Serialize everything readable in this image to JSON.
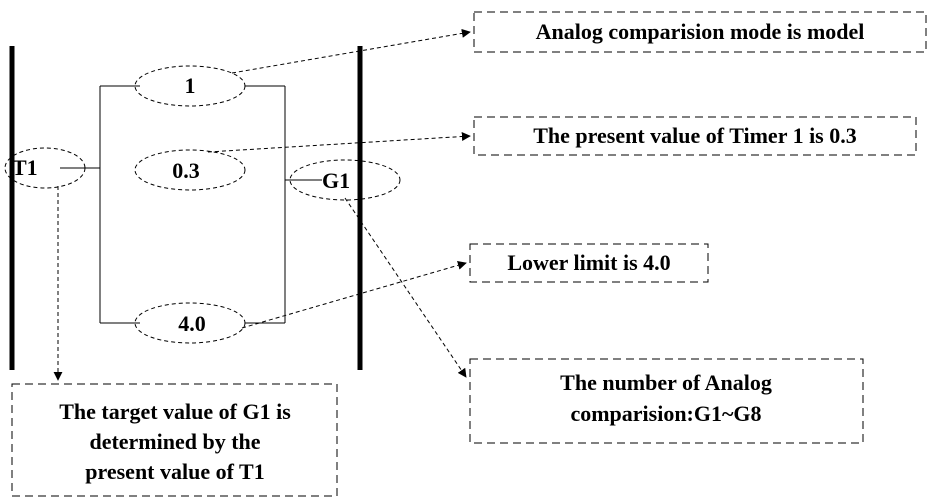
{
  "diagram": {
    "nodes": {
      "t1": "T1",
      "mode": "1",
      "present": "0.3",
      "lower": "4.0",
      "g1": "G1"
    },
    "notes": {
      "mode": "Analog comparision mode is model",
      "present": "The present value of Timer 1 is 0.3",
      "lower": "Lower limit is 4.0",
      "count": [
        "The number of Analog",
        "comparision:G1~G8"
      ],
      "target": [
        "The target value of G1 is",
        "determined by the",
        "present value of T1"
      ]
    }
  }
}
